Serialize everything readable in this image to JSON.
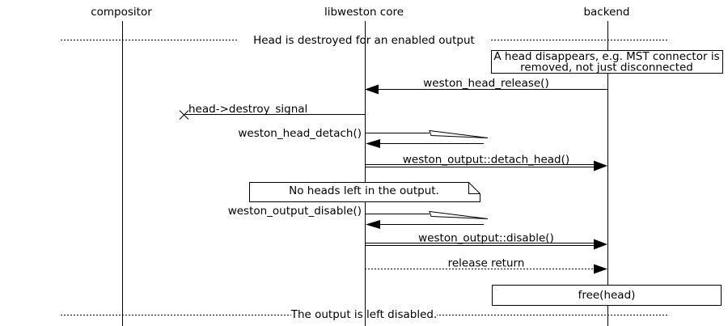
{
  "colors": {
    "ink": "#000000",
    "paper": "#ffffff"
  },
  "participants": [
    {
      "name": "compositor"
    },
    {
      "name": "libweston core"
    },
    {
      "name": "backend"
    }
  ],
  "dividers": [
    {
      "label": "Head is destroyed for an enabled output"
    },
    {
      "label": "The output is left disabled."
    }
  ],
  "boxes": [
    {
      "line1": "A head disappears, e.g. MST connector is",
      "line2": "removed, not just disconnected",
      "on": "backend"
    },
    {
      "line1": "free(head)",
      "on": "backend"
    }
  ],
  "note": {
    "label": "No heads left in the output."
  },
  "messages": [
    {
      "label": "weston_head_release()",
      "from": "backend",
      "to": "libweston core",
      "style": "solid-call"
    },
    {
      "label": "head->destroy_signal",
      "from": "libweston core",
      "to": "lost",
      "style": "lost-x"
    },
    {
      "label": "weston_head_detach()",
      "from": "libweston core",
      "to": "libweston core",
      "style": "self-call"
    },
    {
      "label": "weston_output::detach_head()",
      "from": "libweston core",
      "to": "backend",
      "style": "double-call"
    },
    {
      "label": "weston_output_disable()",
      "from": "libweston core",
      "to": "libweston core",
      "style": "self-call"
    },
    {
      "label": "weston_output::disable()",
      "from": "libweston core",
      "to": "backend",
      "style": "double-call"
    },
    {
      "label": "release return",
      "from": "libweston core",
      "to": "backend",
      "style": "dotted-return"
    }
  ]
}
